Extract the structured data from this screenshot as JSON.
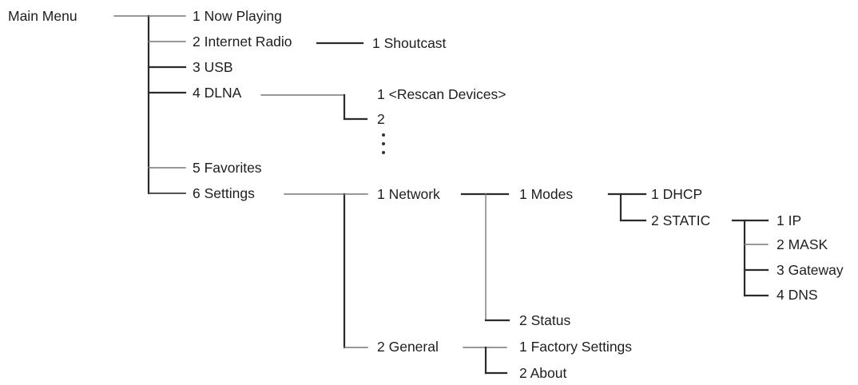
{
  "menu": {
    "root": "Main Menu",
    "now_playing": "1 Now Playing",
    "internet_radio": "2 Internet Radio",
    "usb": "3 USB",
    "dlna": "4 DLNA",
    "favorites": "5 Favorites",
    "settings": "6 Settings"
  },
  "internet_radio": {
    "shoutcast": "1 Shoutcast"
  },
  "dlna": {
    "rescan": "1 <Rescan Devices>",
    "device_2": "2"
  },
  "settings": {
    "network": "1 Network",
    "general": "2 General"
  },
  "network": {
    "modes": "1 Modes",
    "status": "2 Status"
  },
  "modes": {
    "dhcp": "1 DHCP",
    "static": "2 STATIC"
  },
  "static": {
    "ip": "1 IP",
    "mask": "2 MASK",
    "gateway": "3 Gateway",
    "dns": "4 DNS"
  },
  "general": {
    "factory_settings": "1 Factory Settings",
    "about": "2 About"
  },
  "icons": {
    "continuation": "vertical-ellipsis-icon"
  }
}
